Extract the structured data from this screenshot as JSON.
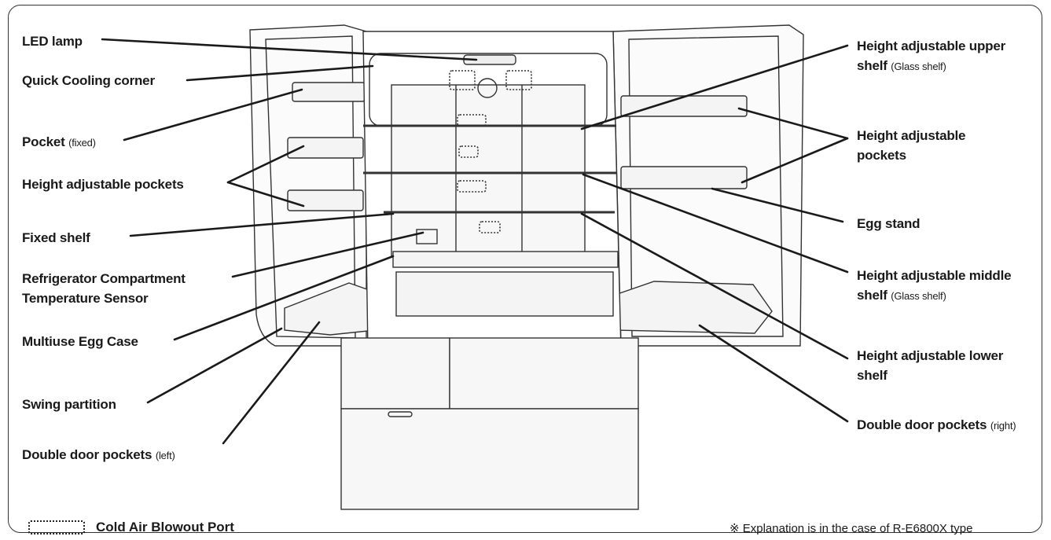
{
  "labels": {
    "led_lamp": "LED lamp",
    "quick_cooling": "Quick Cooling corner",
    "pocket_fixed": "Pocket",
    "pocket_fixed_sub": "(fixed)",
    "height_adj_pockets_left": "Height adjustable pockets",
    "fixed_shelf": "Fixed shelf",
    "temp_sensor_1": "Refrigerator Compartment",
    "temp_sensor_2": "Temperature Sensor",
    "egg_case": "Multiuse Egg Case",
    "swing_partition": "Swing partition",
    "door_pockets_left": "Double door pockets",
    "door_pockets_left_sub": "(left)",
    "upper_shelf_1": "Height adjustable upper",
    "upper_shelf_2": "shelf",
    "upper_shelf_sub": "(Glass shelf)",
    "height_adj_pockets_right_1": "Height adjustable",
    "height_adj_pockets_right_2": "pockets",
    "egg_stand": "Egg stand",
    "middle_shelf_1": "Height adjustable middle",
    "middle_shelf_2": "shelf",
    "middle_shelf_sub": "(Glass shelf)",
    "lower_shelf_1": "Height adjustable lower",
    "lower_shelf_2": "shelf",
    "door_pockets_right": "Double door pockets",
    "door_pockets_right_sub": "(right)"
  },
  "legend": {
    "text": "Cold Air Blowout Port"
  },
  "note": "※ Explanation is in the case of R-E6800X type",
  "colors": {
    "line": "#1a1a1a",
    "outline": "#333333",
    "fill": "#f4f4f4"
  }
}
